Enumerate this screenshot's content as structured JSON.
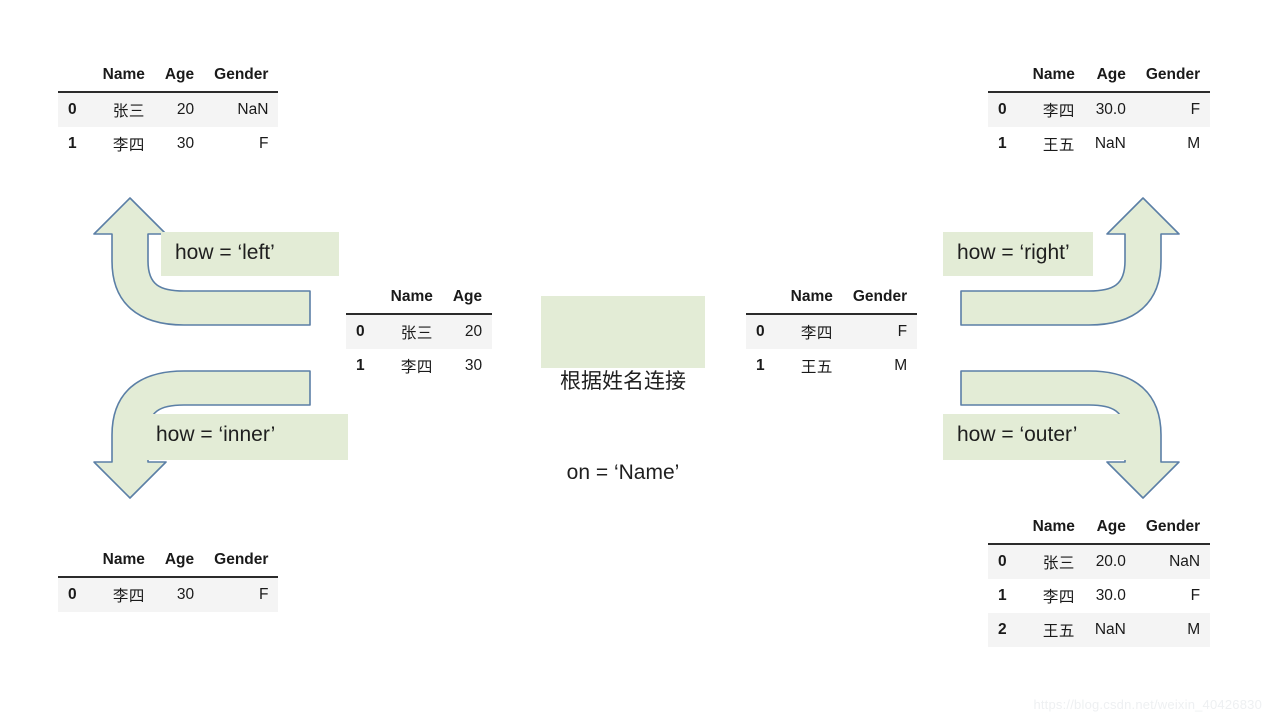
{
  "meta": {
    "watermark": "https://blog.csdn.net/weixin_40426830",
    "accent_fill": "#e3ecd6",
    "accent_stroke": "#5b7fa6",
    "row_stripe": "#f4f4f4",
    "text_color": "#1a1a1a"
  },
  "tables": {
    "left_input": {
      "name": "left-dataframe",
      "columns": [
        "Name",
        "Age",
        "Gender"
      ],
      "rows": [
        {
          "index": "0",
          "Name": "张三",
          "Age": "20",
          "Gender": "NaN"
        },
        {
          "index": "1",
          "Name": "李四",
          "Age": "30",
          "Gender": "F"
        }
      ]
    },
    "right_input": {
      "name": "right-dataframe",
      "columns": [
        "Name",
        "Age",
        "Gender"
      ],
      "rows": [
        {
          "index": "0",
          "Name": "李四",
          "Age": "30.0",
          "Gender": "F"
        },
        {
          "index": "1",
          "Name": "王五",
          "Age": "NaN",
          "Gender": "M"
        }
      ]
    },
    "center_left": {
      "name": "center-left-dataframe",
      "columns": [
        "Name",
        "Age"
      ],
      "rows": [
        {
          "index": "0",
          "Name": "张三",
          "Age": "20"
        },
        {
          "index": "1",
          "Name": "李四",
          "Age": "30"
        }
      ]
    },
    "center_right": {
      "name": "center-right-dataframe",
      "columns": [
        "Name",
        "Gender"
      ],
      "rows": [
        {
          "index": "0",
          "Name": "李四",
          "Gender": "F"
        },
        {
          "index": "1",
          "Name": "王五",
          "Gender": "M"
        }
      ]
    },
    "inner_result": {
      "name": "inner-join-result",
      "columns": [
        "Name",
        "Age",
        "Gender"
      ],
      "rows": [
        {
          "index": "0",
          "Name": "李四",
          "Age": "30",
          "Gender": "F"
        }
      ]
    },
    "outer_result": {
      "name": "outer-join-result",
      "columns": [
        "Name",
        "Age",
        "Gender"
      ],
      "rows": [
        {
          "index": "0",
          "Name": "张三",
          "Age": "20.0",
          "Gender": "NaN"
        },
        {
          "index": "1",
          "Name": "李四",
          "Age": "30.0",
          "Gender": "F"
        },
        {
          "index": "2",
          "Name": "王五",
          "Age": "NaN",
          "Gender": "M"
        }
      ]
    }
  },
  "labels": {
    "how_left": "how = ‘left’",
    "how_inner": "how = ‘inner’",
    "how_right": "how = ‘right’",
    "how_outer": "how = ‘outer’",
    "join_key_line1": "根据姓名连接",
    "join_key_line2": "on = ‘Name’"
  }
}
